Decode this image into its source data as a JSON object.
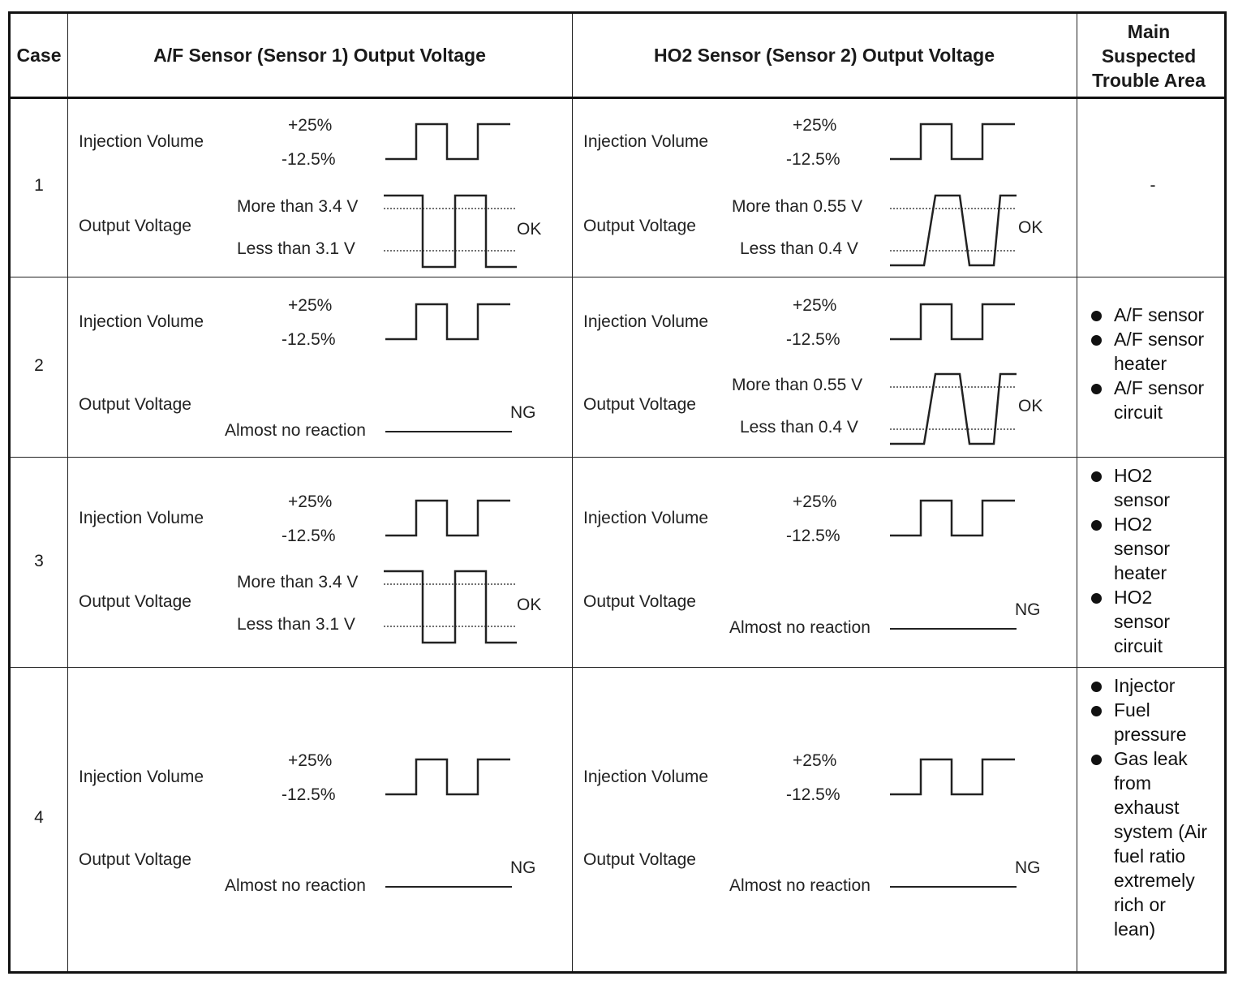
{
  "header": {
    "case": "Case",
    "af_col": "A/F Sensor (Sensor 1) Output Voltage",
    "ho2_col": "HO2 Sensor (Sensor 2) Output Voltage",
    "trouble_col": "Main Suspected Trouble Area"
  },
  "labels": {
    "injection_volume": "Injection Volume",
    "output_voltage": "Output Voltage",
    "plus25": "+25%",
    "minus12": "-12.5%",
    "af_more": "More than 3.4 V",
    "af_less": "Less than 3.1 V",
    "ho2_more": "More than 0.55 V",
    "ho2_less": "Less than 0.4 V",
    "no_reaction": "Almost no reaction",
    "ok": "OK",
    "ng": "NG"
  },
  "rows": [
    {
      "case": "1",
      "af_result": "OK",
      "ho2_result": "OK",
      "trouble": [],
      "trouble_dash": "-"
    },
    {
      "case": "2",
      "af_result": "NG",
      "ho2_result": "OK",
      "trouble": [
        "A/F sensor",
        "A/F sensor heater",
        "A/F sensor circuit"
      ]
    },
    {
      "case": "3",
      "af_result": "OK",
      "ho2_result": "NG",
      "trouble": [
        "HO2 sensor",
        "HO2 sensor heater",
        "HO2 sensor circuit"
      ]
    },
    {
      "case": "4",
      "af_result": "NG",
      "ho2_result": "NG",
      "trouble": [
        "Injector",
        "Fuel pressure",
        "Gas leak from exhaust system (Air fuel ratio extremely rich or lean)"
      ]
    }
  ]
}
